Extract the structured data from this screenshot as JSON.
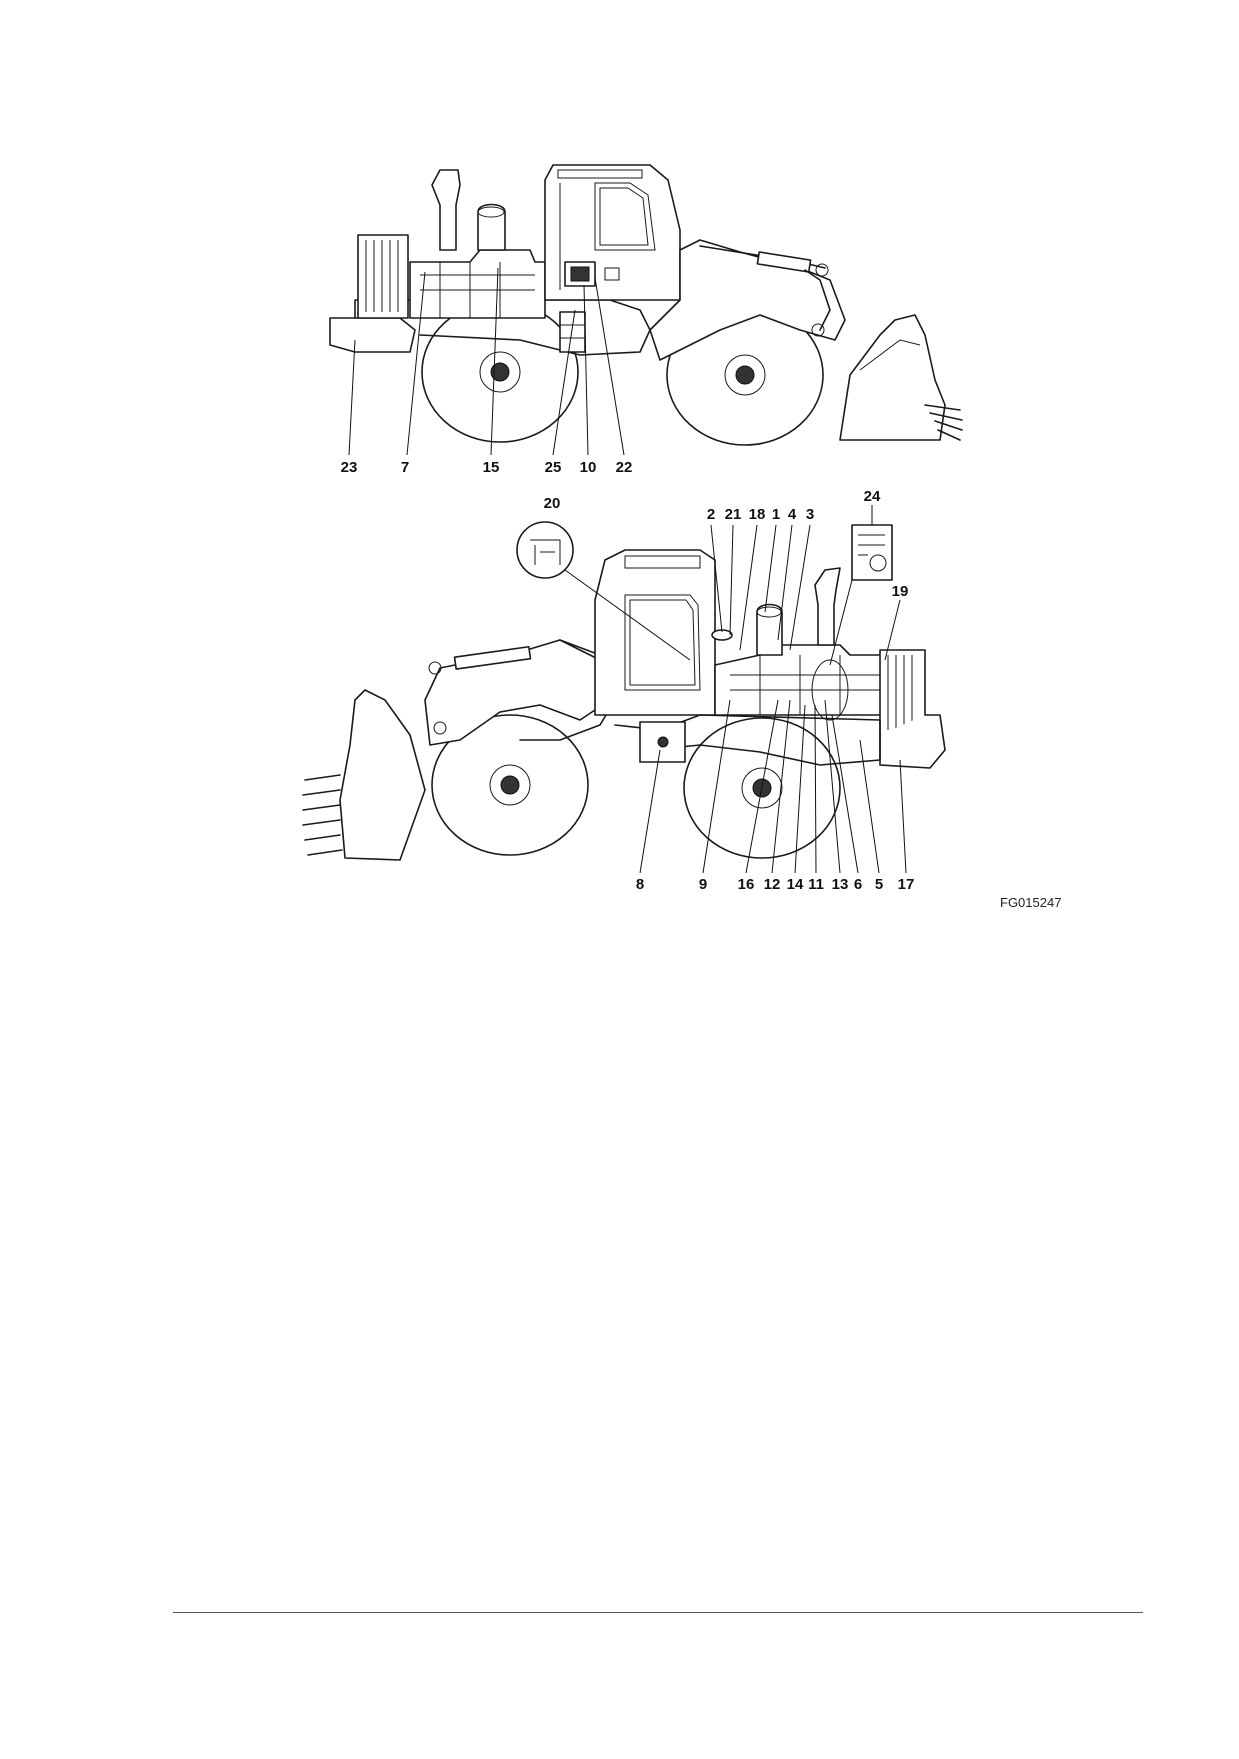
{
  "figure_id": "FG015247",
  "top_view": {
    "callouts": [
      {
        "label": "23"
      },
      {
        "label": "7"
      },
      {
        "label": "15"
      },
      {
        "label": "25"
      },
      {
        "label": "10"
      },
      {
        "label": "22"
      }
    ]
  },
  "bottom_view": {
    "callouts_top": [
      {
        "label": "20"
      },
      {
        "label": "2"
      },
      {
        "label": "21"
      },
      {
        "label": "18"
      },
      {
        "label": "1"
      },
      {
        "label": "4"
      },
      {
        "label": "3"
      },
      {
        "label": "24"
      },
      {
        "label": "19"
      }
    ],
    "callouts_bottom": [
      {
        "label": "8"
      },
      {
        "label": "9"
      },
      {
        "label": "16"
      },
      {
        "label": "12"
      },
      {
        "label": "14"
      },
      {
        "label": "11"
      },
      {
        "label": "13"
      },
      {
        "label": "6"
      },
      {
        "label": "5"
      },
      {
        "label": "17"
      }
    ]
  }
}
